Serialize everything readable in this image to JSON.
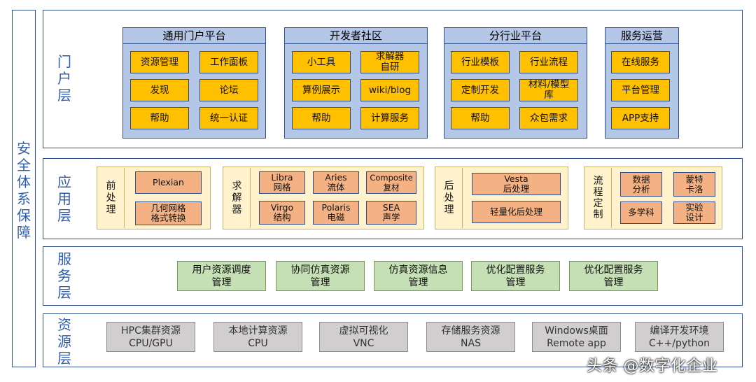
{
  "security": "安全体系保障",
  "layers": {
    "portal": "门户层",
    "app": "应用层",
    "service": "服务层",
    "resource": "资源层"
  },
  "portal": {
    "groups": [
      {
        "title": "通用门户平台",
        "items": [
          "资源管理",
          "工作面板",
          "发现",
          "论坛",
          "帮助",
          "统一认证"
        ]
      },
      {
        "title": "开发者社区",
        "items": [
          "小工具",
          "求解器\n自研",
          "算例展示",
          "wiki/blog",
          "帮助",
          "计算服务"
        ]
      },
      {
        "title": "分行业平台",
        "items": [
          "行业模板",
          "行业流程",
          "定制开发",
          "材料/模型\n库",
          "帮助",
          "众包需求"
        ]
      },
      {
        "title": "服务运营",
        "items": [
          "在线服务",
          "平台管理",
          "APP支持"
        ]
      }
    ]
  },
  "app": {
    "pre": {
      "label": "前\n处\n理",
      "items": [
        "Plexian",
        "几何网格\n格式转换"
      ]
    },
    "solver": {
      "label": "求\n解\n器",
      "items": [
        "Libra\n网格",
        "Aries\n流体",
        "Composite\n复材",
        "Virgo\n结构",
        "Polaris\n电磁",
        "SEA\n声学"
      ]
    },
    "post": {
      "label": "后\n处\n理",
      "items": [
        "Vesta\n后处理",
        "轻量化后处理"
      ]
    },
    "flow": {
      "label": "流\n程\n定\n制",
      "items": [
        "数据\n分析",
        "蒙特\n卡洛",
        "多学科",
        "实验\n设计"
      ]
    }
  },
  "service": {
    "items": [
      "用户资源调度\n管理",
      "协同仿真资源\n管理",
      "仿真资源信息\n管理",
      "优化配置服务\n管理",
      "优化配置服务\n管理"
    ]
  },
  "resource": {
    "items": [
      "HPC集群资源\nCPU/GPU",
      "本地计算资源\nCPU",
      "虚拟可视化\nVNC",
      "存储服务资源\nNAS",
      "Windows桌面\nRemote app",
      "编译开发环境\nC++/python"
    ]
  },
  "watermark": "头条 @数字化企业"
}
